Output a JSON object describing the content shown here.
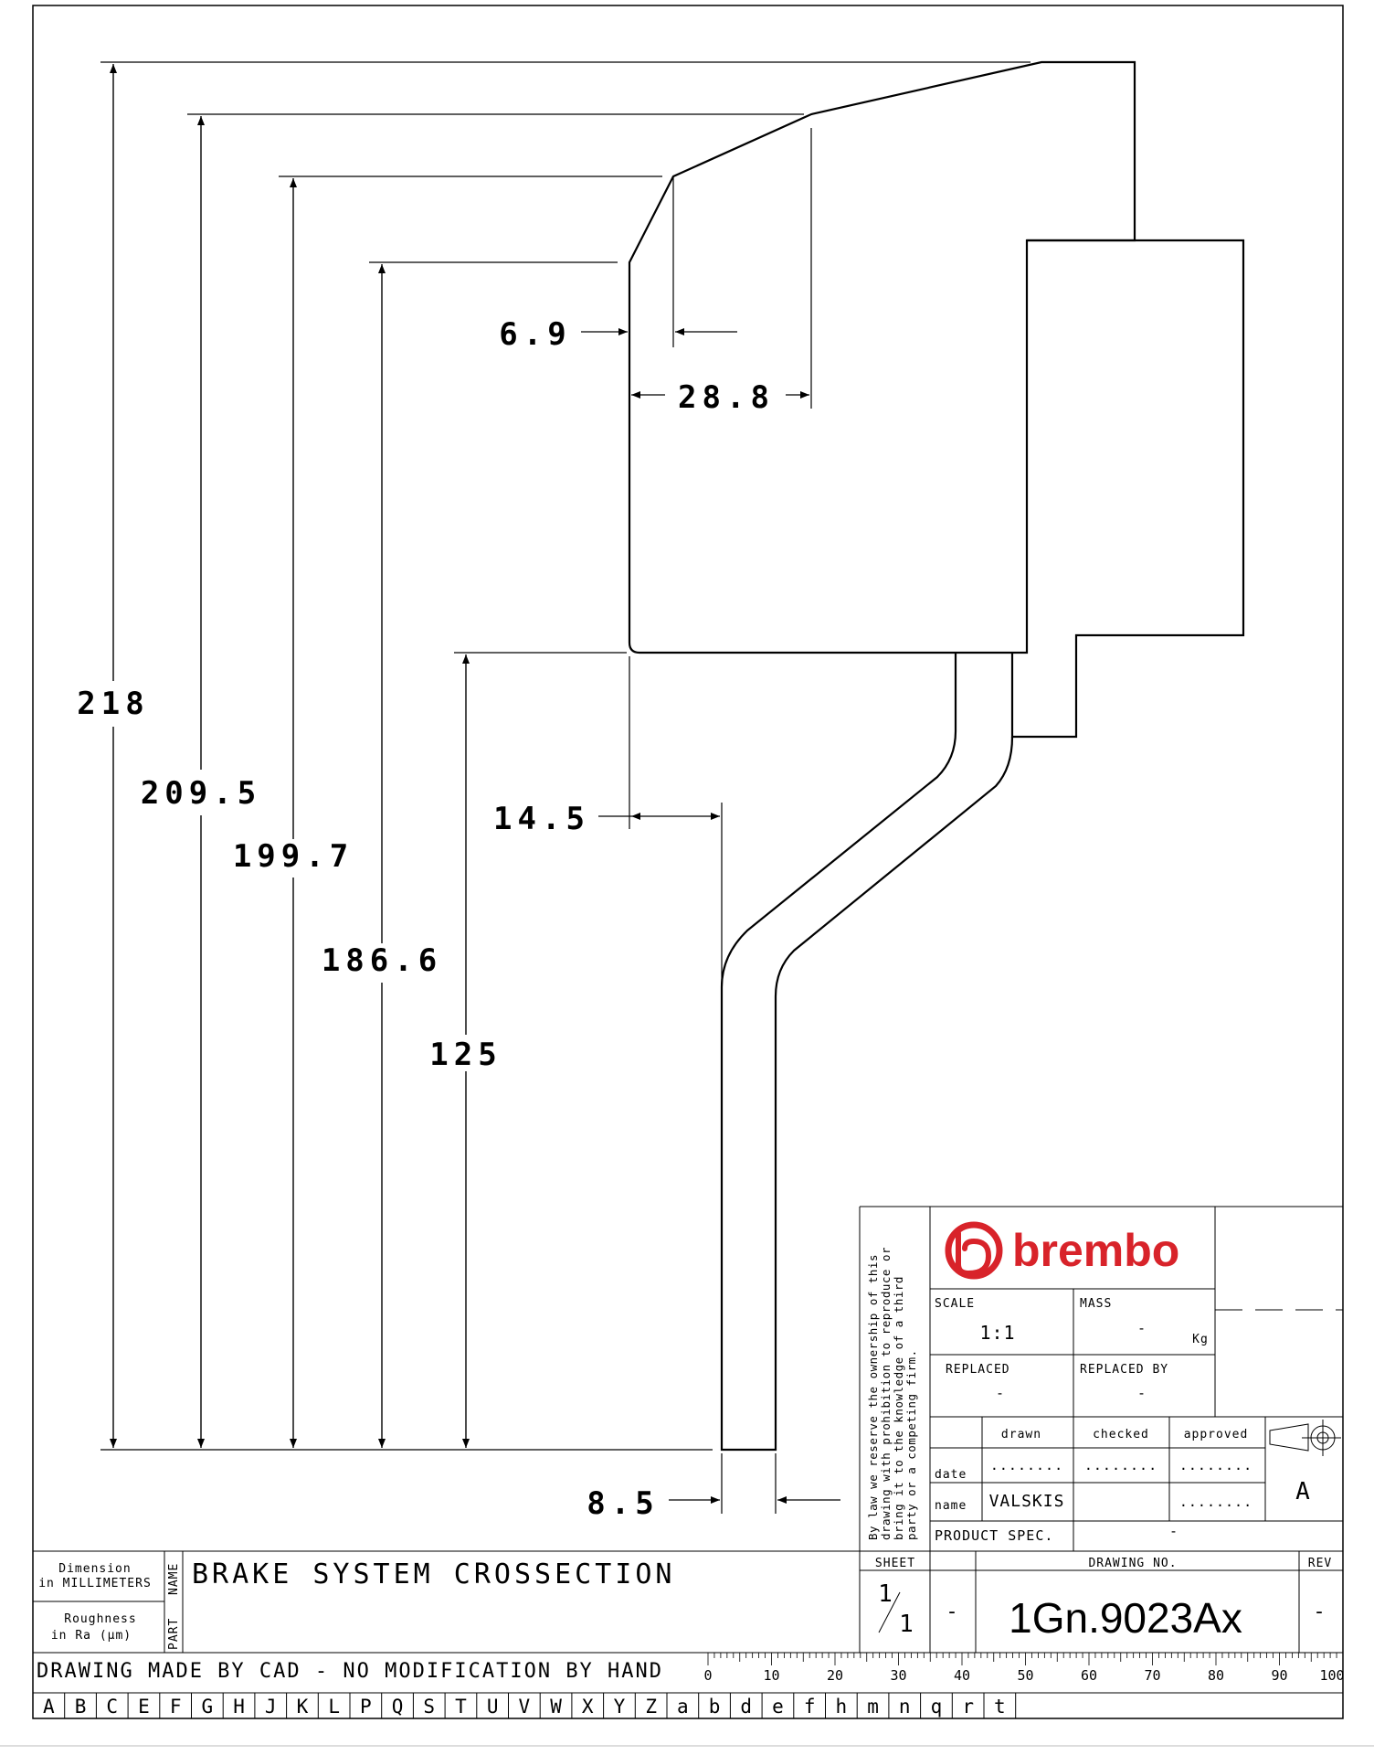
{
  "dimensions": {
    "d218": "218",
    "d209_5": "209.5",
    "d199_7": "199.7",
    "d186_6": "186.6",
    "d125": "125",
    "d6_9": "6.9",
    "d28_8": "28.8",
    "d14_5": "14.5",
    "d8_5": "8.5"
  },
  "title_block": {
    "brand": "brembo",
    "brand_color": "#d8232a",
    "legal_note": [
      "By law we reserve the ownership of this",
      "drawing with prohibition to reproduce or",
      "bring it to the knowledge of a third",
      "party or a competing firm."
    ],
    "scale_label": "SCALE",
    "scale_value": "1:1",
    "mass_label": "MASS",
    "mass_value": "-",
    "mass_unit": "Kg",
    "replaced_label": "REPLACED",
    "replaced_value": "-",
    "replaced_by_label": "REPLACED BY",
    "replaced_by_value": "-",
    "drawn_label": "drawn",
    "checked_label": "checked",
    "approved_label": "approved",
    "date_label": "date",
    "dots": "........",
    "name_label": "name",
    "drawn_name": "VALSKIS",
    "revision_mark": "A",
    "product_spec_label": "PRODUCT SPEC.",
    "product_spec_value": "-",
    "sheet_label": "SHEET",
    "sheet_num": "1",
    "sheet_total": "1",
    "dash": "-",
    "drawing_no_label": "DRAWING NO.",
    "drawing_no": "1Gn.9023Ax",
    "rev_label": "REV",
    "rev_value": "-",
    "dimension_note_1": "Dimension",
    "dimension_note_2": "in MILLIMETERS",
    "roughness_note_1": "Roughness",
    "roughness_note_2": "in Ra (µm)",
    "name_side": "NAME",
    "part_side": "PART",
    "part_name": "BRAKE SYSTEM CROSSECTION",
    "cad_note": "DRAWING MADE BY CAD - NO MODIFICATION BY HAND"
  },
  "ruler_labels": [
    "0",
    "10",
    "20",
    "30",
    "40",
    "50",
    "60",
    "70",
    "80",
    "90",
    "100"
  ],
  "grid_letters": [
    "A",
    "B",
    "C",
    "E",
    "F",
    "G",
    "H",
    "J",
    "K",
    "L",
    "P",
    "Q",
    "S",
    "T",
    "U",
    "V",
    "W",
    "X",
    "Y",
    "Z",
    "a",
    "b",
    "d",
    "e",
    "f",
    "h",
    "m",
    "n",
    "q",
    "r",
    "t"
  ]
}
